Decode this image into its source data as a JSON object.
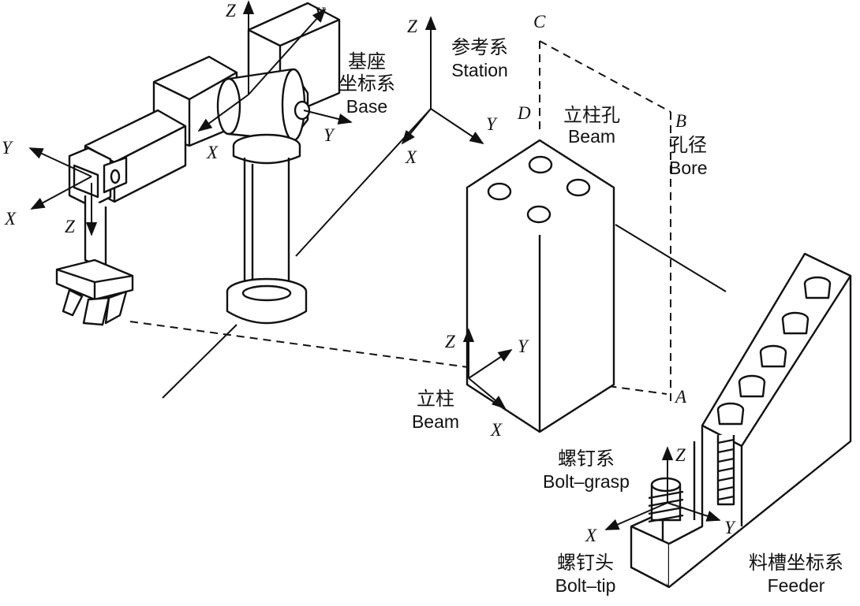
{
  "frames": {
    "base": {
      "zh": "基座坐标系",
      "zh_line1": "基座",
      "zh_line2": "坐标系",
      "en": "Base"
    },
    "station": {
      "zh": "参考系",
      "en": "Station"
    },
    "bore": {
      "zh": "孔径",
      "en": "Bore"
    },
    "beam_hole": {
      "zh": "立柱孔",
      "en": "Beam"
    },
    "beam": {
      "zh": "立柱",
      "en": "Beam"
    },
    "bolt_grasp": {
      "zh": "螺钉系",
      "en": "Bolt–grasp"
    },
    "bolt_tip": {
      "zh": "螺钉头",
      "en": "Bolt–tip"
    },
    "feeder": {
      "zh": "料槽坐标系",
      "en": "Feeder"
    }
  },
  "axes": {
    "x": "X",
    "y": "Y",
    "z": "Z"
  },
  "points": {
    "a": "A",
    "b": "B",
    "c": "C",
    "d": "D"
  }
}
